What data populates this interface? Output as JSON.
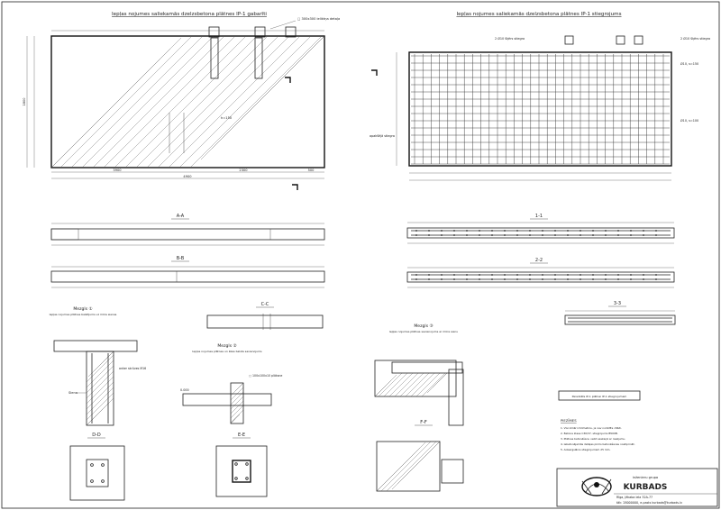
{
  "titles": {
    "formwork": "Iepļas nojumes saliekamās dzelzsbetona plātnes IP-1 gabarīti",
    "reinforcement": "Iepļas nojumes saliekamās dzelzsbetona plātnes IP-1 stiegrojums"
  },
  "sections": {
    "a": "A-A",
    "b": "B-B",
    "c": "C-C",
    "d": "D-D",
    "e": "E-E",
    "f": "F-F",
    "s1": "1-1",
    "s2": "2-2",
    "s3": "3-3"
  },
  "nodes": {
    "m1": "Mezgls ①",
    "m1_sub": "Iepļas nojumes plātnes balstījums uz mūra sienas",
    "m2": "Mezgls ②",
    "m2_sub": "Iepļas nojumes plātnes un ēkas balsta savienojums",
    "m3": "Mezgls ③",
    "m3_sub": "Iepļas nojumes plātnes savienojums ar mūra sienu"
  },
  "dimensions": {
    "overall_length": "4900",
    "overall_width": "1800",
    "part_left": "3900",
    "part_mid": "2300",
    "part_right": "500",
    "slab_thickness": "h=150",
    "elev_mark": "0.000"
  },
  "callouts": {
    "stiff_bar": "2 Ø10 šķērs stiegra",
    "top_bar": "2 Ø10 šķērs stiegra",
    "embed": "▢ 300x300 ieliktņa detaļa",
    "mesh_spacing": "Ø10, s=150",
    "bottom_rebar": "Ø10, s=100",
    "support_zone": "apakšējā stiegra",
    "anchors": "anker skrūves M16",
    "wall": "Siena",
    "plate_note": "▢ 100x100x10 plāksne"
  },
  "table": {
    "title": "Paredzēts IP-1 plātnei IP-1 stiegrojumam"
  },
  "notes": {
    "heading": "PIEZĪMES",
    "lines": [
      "1. Visi izmēri milimetros, ja nav norādīts citādi.",
      "2. Betona klase C30/37, stiegrojums B500B.",
      "3. Plātnes betonēšanu veikt saskaņā ar rasējumu.",
      "4. Iebetonējamās detaļas pirms betonēšanas nostiprināt.",
      "5. Aizsargslānis stiegrojumam 25 mm."
    ]
  },
  "titleblock": {
    "company_small": "inženieru grupa",
    "company": "KURBADS",
    "address": "Rīga, Jēkaba iela 32A-77",
    "contact": "tālr. 28000000, e-pasts kurbads@kurbads.lv"
  },
  "colors": {
    "line": "#222222",
    "background": "#ffffff"
  }
}
